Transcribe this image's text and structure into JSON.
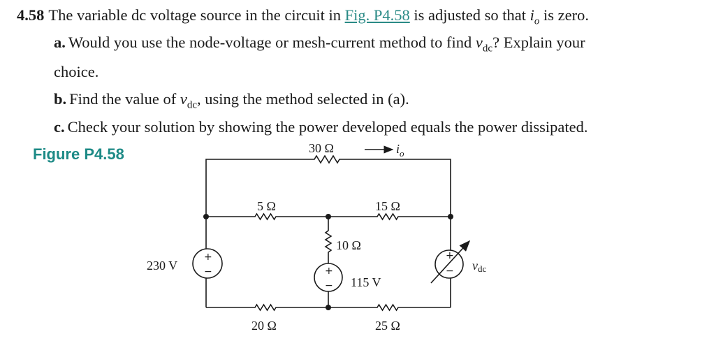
{
  "problem": {
    "number": "4.58",
    "stem_pre": "The variable dc voltage source in the circuit in ",
    "link": "Fig. P4.58",
    "stem_mid": " is adjusted so that ",
    "io_var": "i",
    "io_sub": "o",
    "stem_post": " is zero.",
    "a_label": "a.",
    "a_pre": "Would you use the node-voltage or mesh-current method to find ",
    "vdc_var": "v",
    "vdc_sub": "dc",
    "a_post": "? Explain your",
    "a_cont": "choice.",
    "b_label": "b.",
    "b_pre": "Find the value of ",
    "b_post": ", using the method selected in (a).",
    "c_label": "c.",
    "c_text": "Check your solution by showing the power developed equals the power dissipated."
  },
  "figure": {
    "title": "Figure P4.58",
    "labels": {
      "r30": "30 Ω",
      "io_arrow": "i",
      "io_sub": "o",
      "r5": "5 Ω",
      "r15": "15 Ω",
      "r10": "10 Ω",
      "v230": "230 V",
      "v115": "115 V",
      "vdc": "v",
      "vdc_sub": "dc",
      "r20": "20 Ω",
      "r25": "25 Ω",
      "plus": "+",
      "minus": "−"
    }
  }
}
